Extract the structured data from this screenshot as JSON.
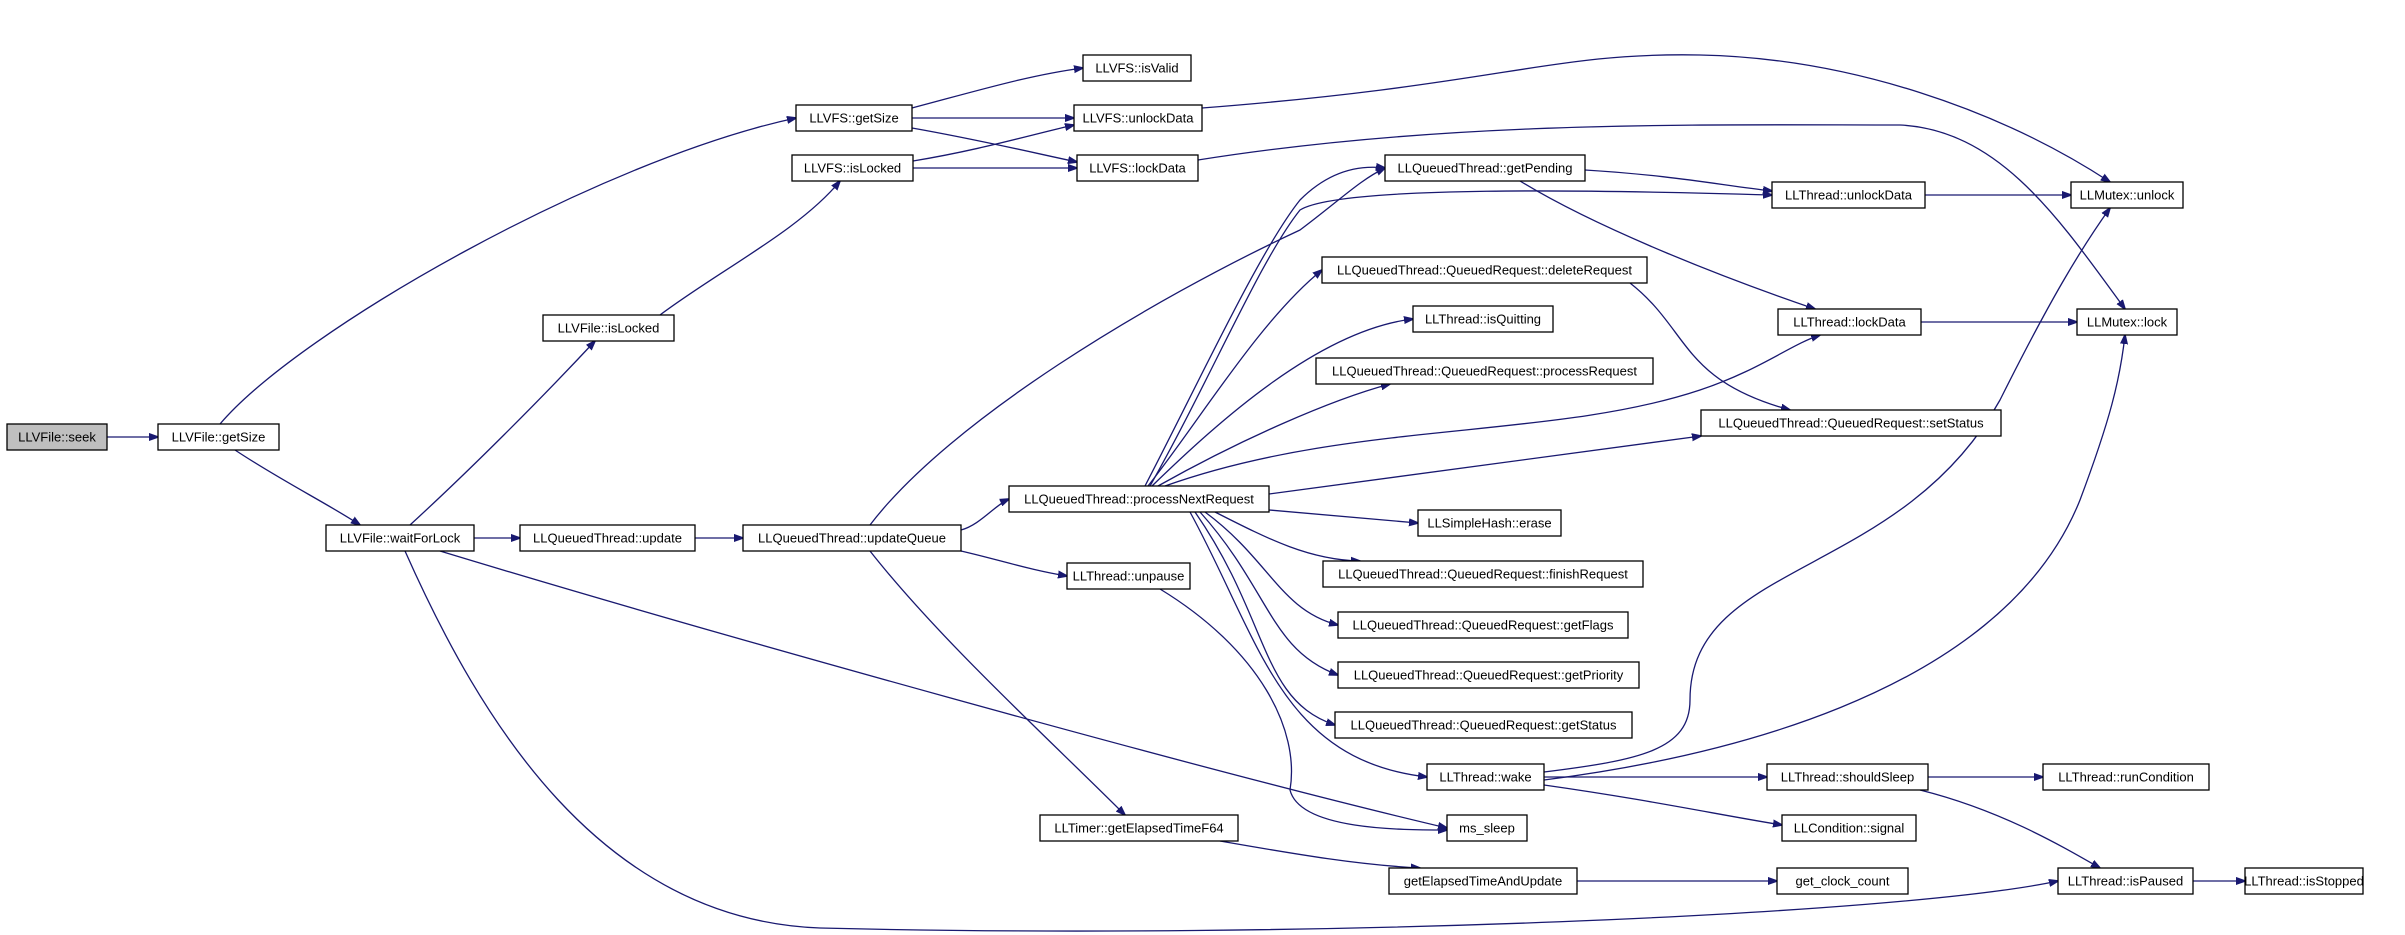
{
  "diagram": {
    "type": "call-graph",
    "root": "seek",
    "nodes": [
      {
        "id": "seek",
        "label": "LLVFile::seek",
        "highlighted": true
      },
      {
        "id": "getSizeFile",
        "label": "LLVFile::getSize"
      },
      {
        "id": "getSizeVFS",
        "label": "LLVFS::getSize"
      },
      {
        "id": "isValid",
        "label": "LLVFS::isValid"
      },
      {
        "id": "unlockDataVFS",
        "label": "LLVFS::unlockData"
      },
      {
        "id": "lockDataVFS",
        "label": "LLVFS::lockData"
      },
      {
        "id": "isLockedVFS",
        "label": "LLVFS::isLocked"
      },
      {
        "id": "isLockedFile",
        "label": "LLVFile::isLocked"
      },
      {
        "id": "waitForLock",
        "label": "LLVFile::waitForLock"
      },
      {
        "id": "update",
        "label": "LLQueuedThread::update"
      },
      {
        "id": "updateQueue",
        "label": "LLQueuedThread::updateQueue"
      },
      {
        "id": "processNextRequest",
        "label": "LLQueuedThread::processNextRequest"
      },
      {
        "id": "getPending",
        "label": "LLQueuedThread::getPending"
      },
      {
        "id": "deleteRequest",
        "label": "LLQueuedThread::QueuedRequest::deleteRequest"
      },
      {
        "id": "isQuitting",
        "label": "LLThread::isQuitting"
      },
      {
        "id": "processRequest",
        "label": "LLQueuedThread::QueuedRequest::processRequest"
      },
      {
        "id": "erase",
        "label": "LLSimpleHash::erase"
      },
      {
        "id": "finishRequest",
        "label": "LLQueuedThread::QueuedRequest::finishRequest"
      },
      {
        "id": "getFlags",
        "label": "LLQueuedThread::QueuedRequest::getFlags"
      },
      {
        "id": "getPriority",
        "label": "LLQueuedThread::QueuedRequest::getPriority"
      },
      {
        "id": "getStatus",
        "label": "LLQueuedThread::QueuedRequest::getStatus"
      },
      {
        "id": "unpause",
        "label": "LLThread::unpause"
      },
      {
        "id": "wake",
        "label": "LLThread::wake"
      },
      {
        "id": "msSleep",
        "label": "ms_sleep"
      },
      {
        "id": "getElapsedTimeF64",
        "label": "LLTimer::getElapsedTimeF64"
      },
      {
        "id": "getElapsedTimeAndUpdate",
        "label": "getElapsedTimeAndUpdate"
      },
      {
        "id": "getClockCount",
        "label": "get_clock_count"
      },
      {
        "id": "unlockDataThread",
        "label": "LLThread::unlockData"
      },
      {
        "id": "lockDataThread",
        "label": "LLThread::lockData"
      },
      {
        "id": "setStatus",
        "label": "LLQueuedThread::QueuedRequest::setStatus"
      },
      {
        "id": "shouldSleep",
        "label": "LLThread::shouldSleep"
      },
      {
        "id": "signal",
        "label": "LLCondition::signal"
      },
      {
        "id": "isPaused",
        "label": "LLThread::isPaused"
      },
      {
        "id": "mutexUnlock",
        "label": "LLMutex::unlock"
      },
      {
        "id": "mutexLock",
        "label": "LLMutex::lock"
      },
      {
        "id": "runCondition",
        "label": "LLThread::runCondition"
      },
      {
        "id": "isStopped",
        "label": "LLThread::isStopped"
      }
    ],
    "edges": [
      {
        "from": "seek",
        "to": "getSizeFile"
      },
      {
        "from": "getSizeFile",
        "to": "getSizeVFS"
      },
      {
        "from": "getSizeFile",
        "to": "waitForLock"
      },
      {
        "from": "getSizeVFS",
        "to": "isValid"
      },
      {
        "from": "getSizeVFS",
        "to": "unlockDataVFS"
      },
      {
        "from": "getSizeVFS",
        "to": "lockDataVFS"
      },
      {
        "from": "isLockedVFS",
        "to": "unlockDataVFS"
      },
      {
        "from": "isLockedVFS",
        "to": "lockDataVFS"
      },
      {
        "from": "unlockDataVFS",
        "to": "mutexUnlock"
      },
      {
        "from": "lockDataVFS",
        "to": "mutexLock"
      },
      {
        "from": "isLockedFile",
        "to": "isLockedVFS"
      },
      {
        "from": "waitForLock",
        "to": "isLockedFile"
      },
      {
        "from": "waitForLock",
        "to": "update"
      },
      {
        "from": "waitForLock",
        "to": "msSleep"
      },
      {
        "from": "waitForLock",
        "to": "isPaused"
      },
      {
        "from": "update",
        "to": "updateQueue"
      },
      {
        "from": "updateQueue",
        "to": "getPending"
      },
      {
        "from": "updateQueue",
        "to": "processNextRequest"
      },
      {
        "from": "updateQueue",
        "to": "unpause"
      },
      {
        "from": "updateQueue",
        "to": "getElapsedTimeF64"
      },
      {
        "from": "processNextRequest",
        "to": "getPending"
      },
      {
        "from": "processNextRequest",
        "to": "unlockDataThread"
      },
      {
        "from": "processNextRequest",
        "to": "deleteRequest"
      },
      {
        "from": "processNextRequest",
        "to": "isQuitting"
      },
      {
        "from": "processNextRequest",
        "to": "processRequest"
      },
      {
        "from": "processNextRequest",
        "to": "lockDataThread"
      },
      {
        "from": "processNextRequest",
        "to": "setStatus"
      },
      {
        "from": "processNextRequest",
        "to": "erase"
      },
      {
        "from": "processNextRequest",
        "to": "finishRequest"
      },
      {
        "from": "processNextRequest",
        "to": "getFlags"
      },
      {
        "from": "processNextRequest",
        "to": "getPriority"
      },
      {
        "from": "processNextRequest",
        "to": "getStatus"
      },
      {
        "from": "processNextRequest",
        "to": "wake"
      },
      {
        "from": "getPending",
        "to": "unlockDataThread"
      },
      {
        "from": "getPending",
        "to": "lockDataThread"
      },
      {
        "from": "deleteRequest",
        "to": "setStatus"
      },
      {
        "from": "unlockDataThread",
        "to": "mutexUnlock"
      },
      {
        "from": "lockDataThread",
        "to": "mutexLock"
      },
      {
        "from": "unpause",
        "to": "msSleep"
      },
      {
        "from": "wake",
        "to": "shouldSleep"
      },
      {
        "from": "wake",
        "to": "signal"
      },
      {
        "from": "wake",
        "to": "mutexUnlock"
      },
      {
        "from": "wake",
        "to": "mutexLock"
      },
      {
        "from": "shouldSleep",
        "to": "runCondition"
      },
      {
        "from": "shouldSleep",
        "to": "isPaused"
      },
      {
        "from": "isPaused",
        "to": "isStopped"
      },
      {
        "from": "getElapsedTimeF64",
        "to": "getElapsedTimeAndUpdate"
      },
      {
        "from": "getElapsedTimeAndUpdate",
        "to": "getClockCount"
      }
    ]
  },
  "colors": {
    "edge": "#191970",
    "node_border": "#000000",
    "node_fill": "#ffffff",
    "root_fill": "#bfbfbf",
    "background": "#ffffff"
  }
}
